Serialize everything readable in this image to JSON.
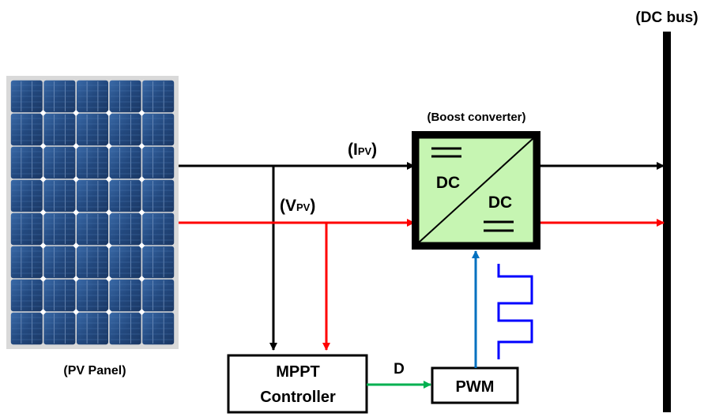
{
  "labels": {
    "dc_bus": "(DC bus)",
    "boost_converter": "(Boost converter)",
    "ipv_prefix": "(I",
    "ipv_sub": "PV",
    "ipv_suffix": ")",
    "vpv_prefix": "(V",
    "vpv_sub": "PV",
    "vpv_suffix": ")",
    "converter_dc_top": "DC",
    "converter_dc_bottom": "DC",
    "mppt_line1": "MPPT",
    "mppt_line2": "Controller",
    "pwm": "PWM",
    "duty": "D",
    "pv_panel": "(PV Panel)"
  },
  "colors": {
    "current_line": "#000000",
    "voltage_line": "#ff0000",
    "duty_line": "#00b050",
    "pwm_line": "#0070c0",
    "square_wave": "#0000ff",
    "converter_fill": "#c6f5b2",
    "panel_frame": "#d9d9d9",
    "cell_dark": "#1f3d6b",
    "cell_light": "#3a6aa8"
  }
}
